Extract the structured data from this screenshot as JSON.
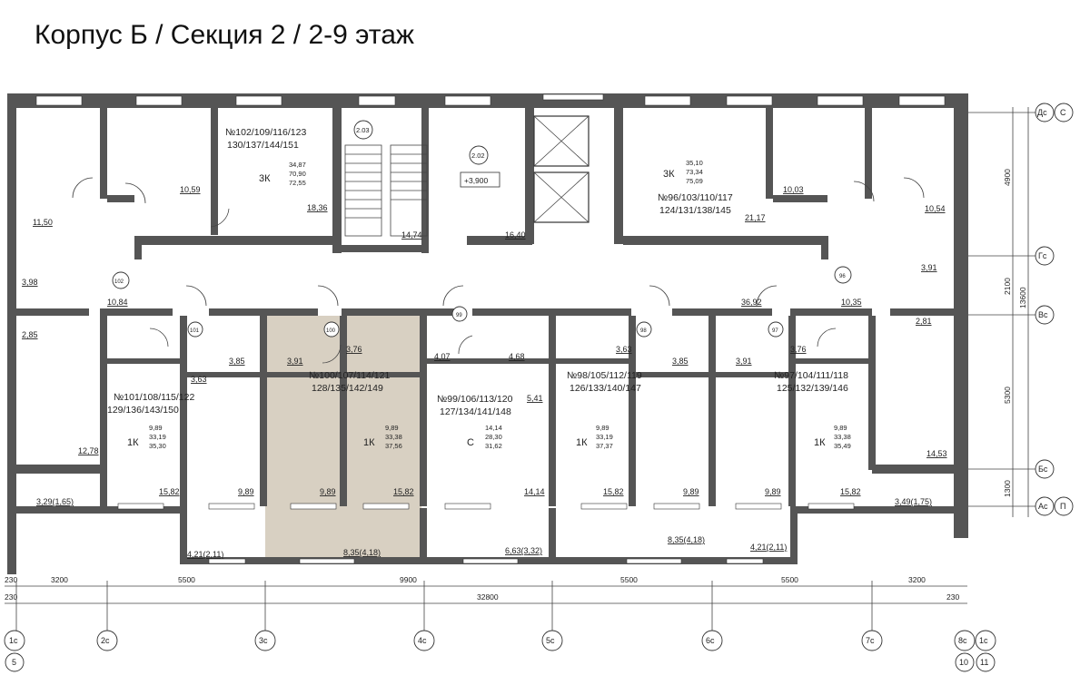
{
  "title": "Корпус Б / Секция 2 / 2-9 этаж",
  "highlight_color": "#d8d0c2",
  "apartments": [
    {
      "id": "apt-102",
      "numbers1": "№102/109/116/123",
      "numbers2": "130/137/144/151",
      "type": "3К",
      "areas": [
        "34,87",
        "70,90",
        "72,55"
      ]
    },
    {
      "id": "apt-96",
      "numbers1": "№96/103/110/117",
      "numbers2": "124/131/138/145",
      "type": "3К",
      "areas": [
        "35,10",
        "73,34",
        "75,09"
      ]
    },
    {
      "id": "apt-101",
      "numbers1": "№101/108/115/122",
      "numbers2": "129/136/143/150",
      "type": "1К",
      "areas": [
        "9,89",
        "33,19",
        "35,30"
      ]
    },
    {
      "id": "apt-100",
      "numbers1": "№100/107/114/121",
      "numbers2": "128/135/142/149",
      "type": "1К",
      "areas": [
        "9,89",
        "33,38",
        "37,56"
      ]
    },
    {
      "id": "apt-99",
      "numbers1": "№99/106/113/120",
      "numbers2": "127/134/141/148",
      "type": "С",
      "areas": [
        "14,14",
        "28,30",
        "31,62"
      ]
    },
    {
      "id": "apt-98",
      "numbers1": "№98/105/112/119",
      "numbers2": "126/133/140/147",
      "type": "1К",
      "areas": [
        "9,89",
        "33,19",
        "37,37"
      ]
    },
    {
      "id": "apt-97",
      "numbers1": "№97/104/111/118",
      "numbers2": "125/132/139/146",
      "type": "1К",
      "areas": [
        "9,89",
        "33,38",
        "35,49"
      ]
    }
  ],
  "room_areas": [
    "10,59",
    "11,50",
    "3,98",
    "2,85",
    "10,84",
    "18,36",
    "14,74",
    "16,40",
    "21,17",
    "10,03",
    "10,54",
    "3,91",
    "2,81",
    "10,35",
    "36,92",
    "3,63",
    "3,85",
    "3,91",
    "3,76",
    "4,07",
    "4,68",
    "5,41",
    "3,63",
    "3,85",
    "3,91",
    "3,76",
    "12,78",
    "15,82",
    "9,89",
    "9,89",
    "15,82",
    "14,14",
    "15,82",
    "9,89",
    "9,89",
    "15,82",
    "14,53",
    "3,29(1,65)",
    "3,49(1,75)",
    "4,21(2,11)",
    "8,35(4,18)",
    "6,63(3,32)",
    "8,35(4,18)",
    "4,21(2,11)"
  ],
  "room_markers": [
    "2.03",
    "2.02",
    "102",
    "96",
    "101",
    "100",
    "99",
    "98",
    "97"
  ],
  "level_mark": "+3,900",
  "dims_top": [
    "230",
    "3200",
    "5500",
    "9900",
    "5500",
    "5500",
    "3200"
  ],
  "dims_bottom": [
    "230",
    "32800",
    "230"
  ],
  "dims_right": [
    "4900",
    "2100",
    "13600",
    "5300",
    "1300"
  ],
  "axes_bottom": [
    "1с",
    "2с",
    "3с",
    "4с",
    "5с",
    "6с",
    "7с",
    "8с",
    "1с"
  ],
  "axes_bottom_extra": [
    "5",
    "10",
    "11"
  ],
  "axes_right": [
    "Дс",
    "С",
    "Гс",
    "Вс",
    "Бс",
    "Ас",
    "П"
  ]
}
